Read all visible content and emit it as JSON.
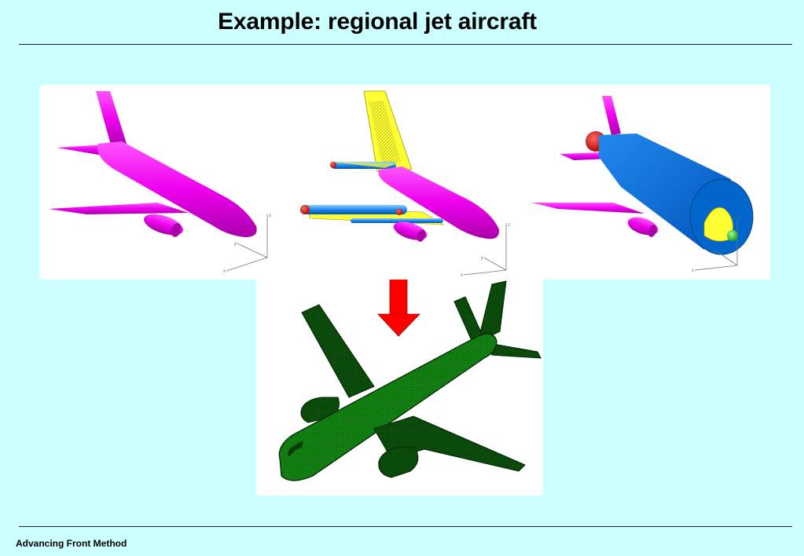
{
  "slide": {
    "title": "Example: regional jet aircraft",
    "footer": "Advancing Front Method"
  },
  "figure": {
    "components": [
      {
        "name": "aircraft-surface-model",
        "color": "#ee00ee"
      },
      {
        "name": "aircraft-with-wing-tail-sources",
        "colors": [
          "#ee00ee",
          "#ffff33",
          "#3399ff",
          "#dd1111"
        ]
      },
      {
        "name": "aircraft-with-cylinder-source",
        "colors": [
          "#ee00ee",
          "#1177dd",
          "#ffff33",
          "#33cc33",
          "#dd1111"
        ]
      },
      {
        "name": "generated-surface-mesh",
        "colors": [
          "#119911",
          "#002200"
        ]
      }
    ],
    "arrow_color": "#ff0000"
  }
}
